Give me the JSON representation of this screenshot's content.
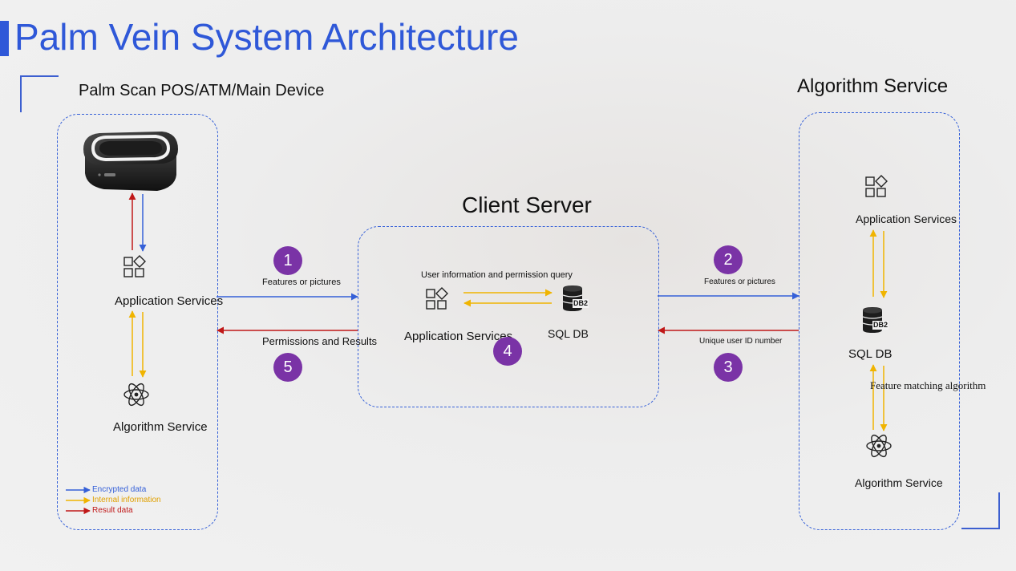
{
  "title": "Palm Vein System Architecture",
  "device_panel": {
    "heading": "Palm Scan POS/ATM/Main Device",
    "app_label": "Application Services",
    "algo_label": "Algorithm Service"
  },
  "client_panel": {
    "heading": "Client Server",
    "query_label": "User information and permission query",
    "app_label": "Application Services",
    "db_label": "SQL DB",
    "db_badge": "DB2"
  },
  "algo_panel": {
    "heading": "Algorithm Service",
    "app_label": "Application Services",
    "db_label": "SQL DB",
    "db_badge": "DB2",
    "matching_label": "Feature matching algorithm",
    "algo_label": "Algorithm Service"
  },
  "flows": {
    "step1": {
      "number": "1",
      "label": "Features or pictures"
    },
    "step2": {
      "number": "2",
      "label": "Features or pictures"
    },
    "step3": {
      "number": "3",
      "label": "Unique user ID number"
    },
    "step4": {
      "number": "4"
    },
    "step5": {
      "number": "5",
      "label": "Permissions and Results"
    }
  },
  "legend": [
    {
      "label": "Encrypted data",
      "color": "#3560d8"
    },
    {
      "label": "Internal information",
      "color": "#f0b400"
    },
    {
      "label": "Result data",
      "color": "#c01818"
    }
  ],
  "colors": {
    "accent": "#2f58d8",
    "encrypted": "#3560d8",
    "internal": "#f0b400",
    "result": "#c01818",
    "badge": "#7a33a6"
  },
  "icons": [
    "pos-device",
    "apps-icon",
    "database-icon",
    "atom-icon"
  ]
}
